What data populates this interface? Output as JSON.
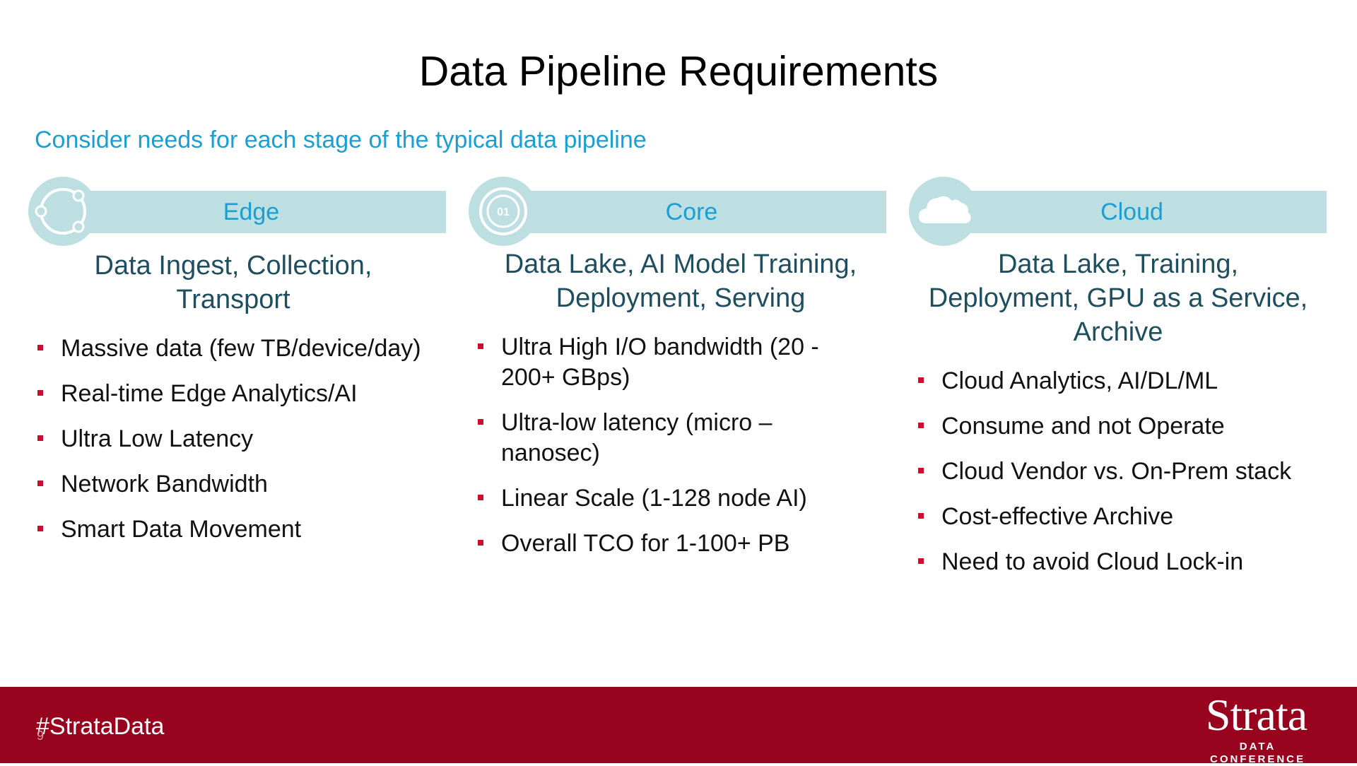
{
  "slide": {
    "title": "Data Pipeline Requirements",
    "subtitle": "Consider needs for each stage of the typical data pipeline"
  },
  "colors": {
    "accent_blue": "#1a9fd4",
    "band_teal": "#bedfe2",
    "bullet_red": "#c8102e",
    "footer_red": "#98031d"
  },
  "columns": [
    {
      "label": "Edge",
      "icon": "circular-nodes-icon",
      "heading_lines": [
        "Data Ingest, Collection,",
        "Transport"
      ],
      "bullets": [
        "Massive data (few TB/device/day)",
        "Real-time Edge Analytics/AI",
        "Ultra Low Latency",
        "Network Bandwidth",
        "Smart Data Movement"
      ]
    },
    {
      "label": "Core",
      "icon": "binary-disc-icon",
      "heading_lines": [
        "Data Lake, AI Model Training,",
        "Deployment, Serving"
      ],
      "bullets": [
        [
          "Ultra High I/O bandwidth (20 -",
          "200+ GBps)"
        ],
        [
          "Ultra-low latency (micro –",
          "nanosec)"
        ],
        [
          "Linear Scale (1-128 node AI)"
        ],
        [
          "Overall TCO for 1-100+ PB"
        ]
      ]
    },
    {
      "label": "Cloud",
      "icon": "cloud-icon",
      "heading_lines": [
        "Data Lake, Training,",
        "Deployment, GPU as a Service,",
        "Archive"
      ],
      "bullets": [
        "Cloud Analytics, AI/DL/ML",
        "Consume and not Operate",
        "Cloud Vendor vs. On-Prem stack",
        "Cost-effective Archive",
        "Need to avoid Cloud Lock-in"
      ]
    }
  ],
  "footer": {
    "hashtag": "#StrataData",
    "slide_number": "9",
    "brand_name": "Strata",
    "brand_tagline": "DATA CONFERENCE"
  }
}
